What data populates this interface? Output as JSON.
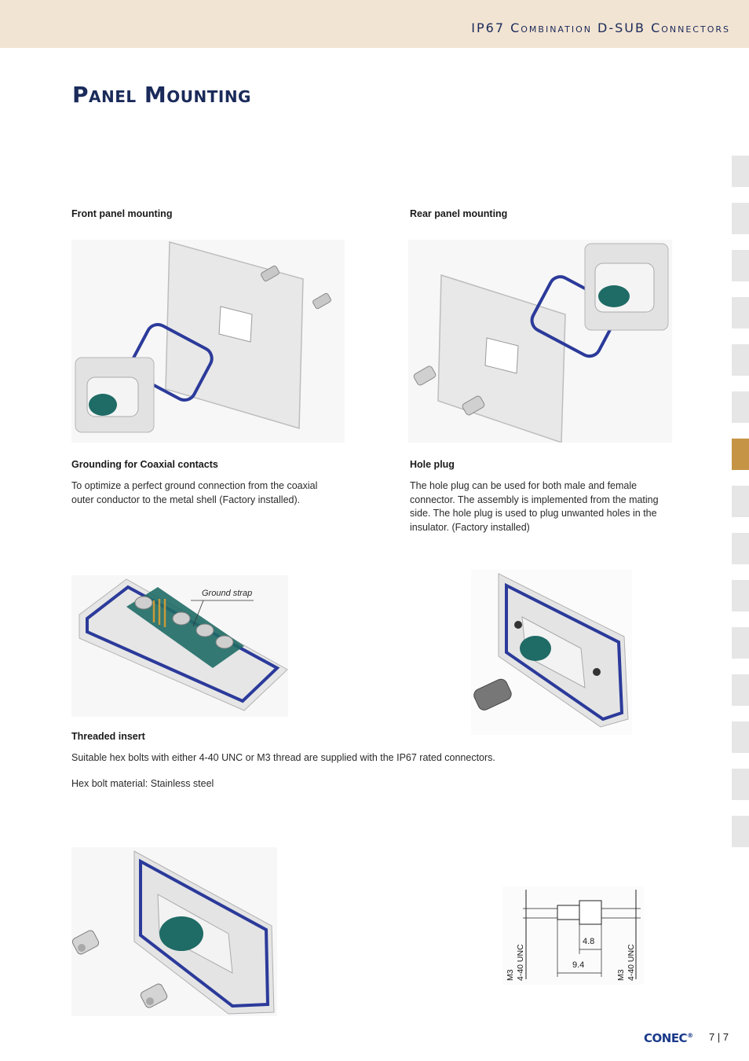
{
  "header": {
    "title": "IP67 Combination D-SUB Connectors"
  },
  "page_title": "Panel Mounting",
  "sections": {
    "front_panel": {
      "heading": "Front panel mounting"
    },
    "rear_panel": {
      "heading": "Rear panel mounting"
    },
    "grounding": {
      "heading": "Grounding for Coaxial contacts",
      "text": "To optimize a perfect ground connection from the coaxial outer conductor to the metal shell (Factory installed)."
    },
    "hole_plug": {
      "heading": "Hole plug",
      "text": "The hole plug can be used for both male and female connector. The assembly is implemented from the mating side. The hole plug is used to plug unwanted holes in the insulator. (Factory installed)"
    },
    "threaded_insert": {
      "heading": "Threaded insert",
      "text1": "Suitable hex bolts with either 4-40 UNC or M3 thread are supplied with the IP67 rated connectors.",
      "text2": "Hex bolt material: Stainless steel"
    }
  },
  "figure_labels": {
    "ground_strap": "Ground strap"
  },
  "drawing": {
    "dim_4_8": "4.8",
    "dim_9_4": "9.4",
    "left_thread": [
      "M3",
      "4-40 UNC"
    ],
    "right_thread": [
      "M3",
      "4-40 UNC"
    ]
  },
  "footer": {
    "logo": "CONEC",
    "registered": "®",
    "page": "7 | 7"
  },
  "colors": {
    "header_band": "#f2e4d3",
    "title_blue": "#1a2a5a",
    "active_tab": "#c59545",
    "seal_blue": "#2b3a9a",
    "insert_teal": "#1f6b66"
  }
}
